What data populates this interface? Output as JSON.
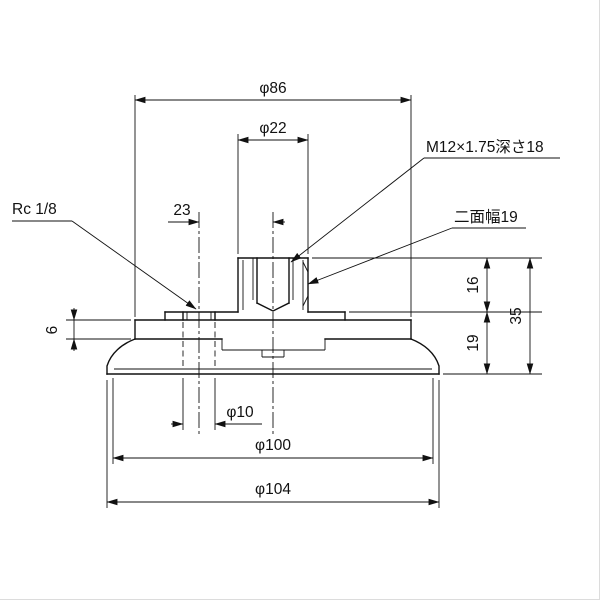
{
  "drawing": {
    "type": "mechanical-part-cross-section",
    "part": "vacuum-suction-pad",
    "colors": {
      "line": "#111111",
      "background": "#ffffff"
    },
    "labels": {
      "dia86": "φ86",
      "dia22": "φ22",
      "thread": "M12×1.75深さ18",
      "flats": "二面幅19",
      "port": "Rc 1/8",
      "off23": "23",
      "h16": "16",
      "h35": "35",
      "h19": "19",
      "t6": "6",
      "dia10": "φ10",
      "dia100": "φ100",
      "dia104": "φ104"
    }
  }
}
